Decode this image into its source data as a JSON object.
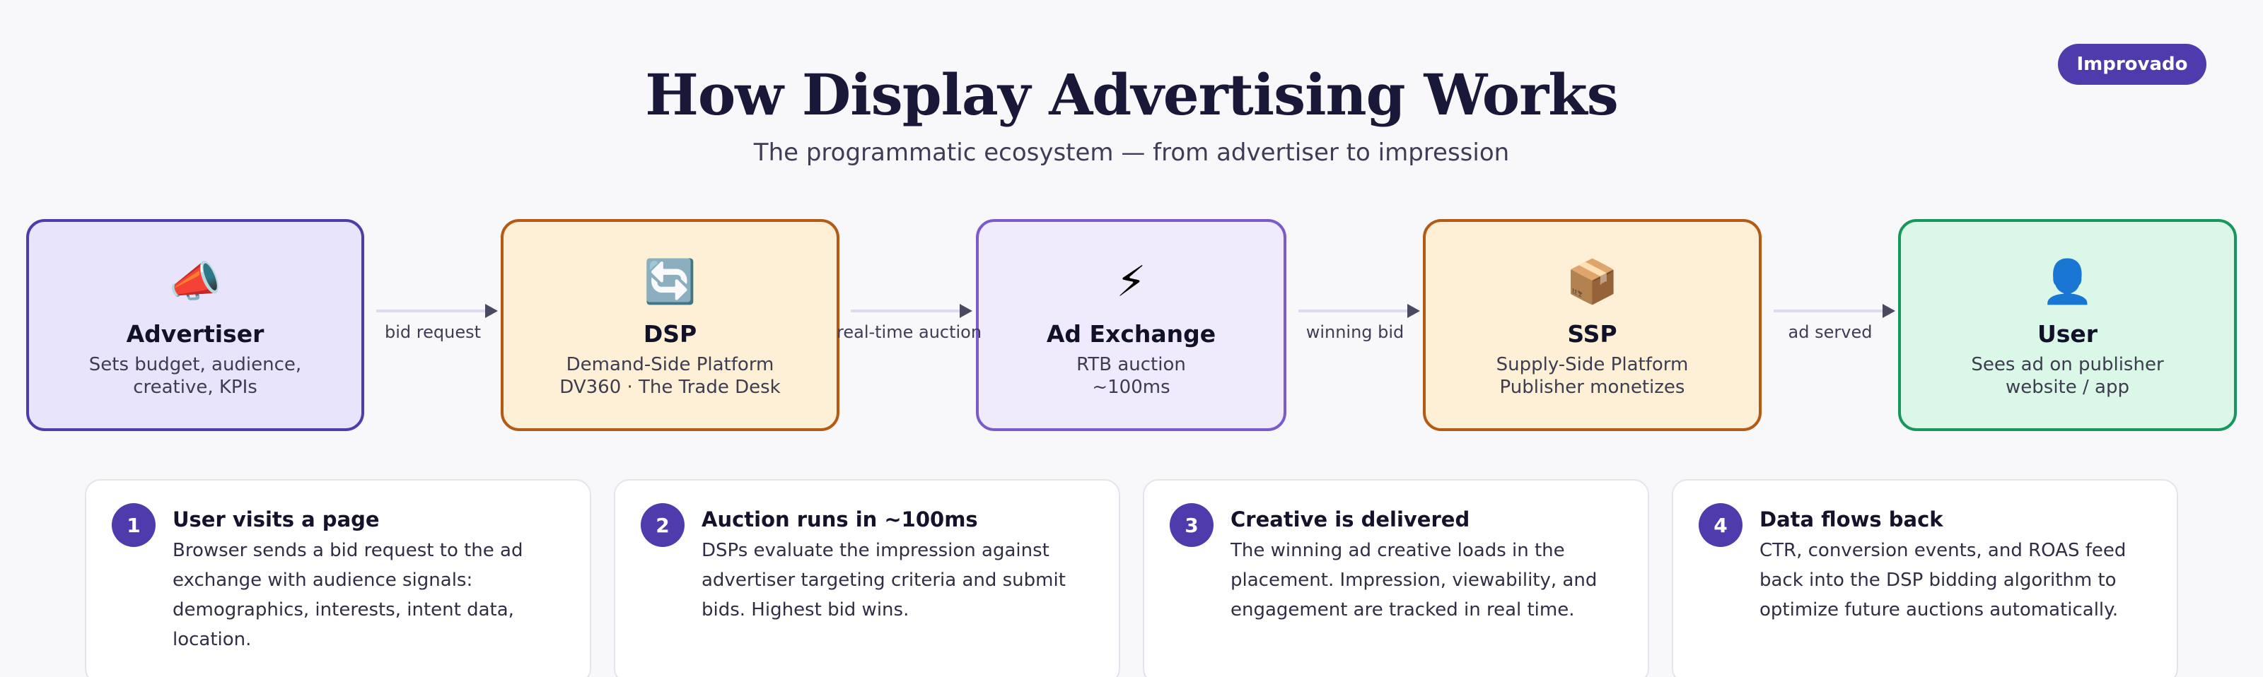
{
  "brand": {
    "label": "Improvado"
  },
  "header": {
    "title": "How Display Advertising Works",
    "subtitle": "The programmatic ecosystem — from advertiser to impression"
  },
  "flow": {
    "nodes": [
      {
        "icon": "megaphone-icon",
        "glyph": "📣",
        "title": "Advertiser",
        "lines": [
          "Sets budget, audience,",
          "creative, KPIs"
        ]
      },
      {
        "icon": "cycle-arrows-icon",
        "glyph": "🔄",
        "title": "DSP",
        "lines": [
          "Demand-Side Platform",
          "DV360 · The Trade Desk"
        ]
      },
      {
        "icon": "lightning-icon",
        "glyph": "⚡",
        "title": "Ad Exchange",
        "lines": [
          "RTB auction",
          "~100ms"
        ]
      },
      {
        "icon": "package-icon",
        "glyph": "📦",
        "title": "SSP",
        "lines": [
          "Supply-Side Platform",
          "Publisher monetizes"
        ]
      },
      {
        "icon": "user-icon",
        "glyph": "👤",
        "title": "User",
        "lines": [
          "Sees ad on publisher",
          "website / app"
        ]
      }
    ],
    "edges": [
      "bid request",
      "real-time auction",
      "winning bid",
      "ad served"
    ]
  },
  "steps": [
    {
      "number": "1",
      "title": "User visits a page",
      "body": [
        "Browser sends a bid request to the ad",
        "exchange with audience signals:",
        "demographics, interests, intent data,",
        "location."
      ]
    },
    {
      "number": "2",
      "title": "Auction runs in ~100ms",
      "body": [
        "DSPs evaluate the impression against",
        "advertiser targeting criteria and submit",
        "bids. Highest bid wins."
      ]
    },
    {
      "number": "3",
      "title": "Creative is delivered",
      "body": [
        "The winning ad creative loads in the",
        "placement. Impression, viewability, and",
        "engagement are tracked in real time."
      ]
    },
    {
      "number": "4",
      "title": "Data flows back",
      "body": [
        "CTR, conversion events, and ROAS feed",
        "back into the DSP bidding algorithm to",
        "optimize future auctions automatically."
      ]
    }
  ],
  "colors": {
    "brand": "#4f3bab",
    "advertiser_border": "#4f3bab",
    "dsp_border": "#b35a14",
    "exchange_border": "#7a5cc8",
    "ssp_border": "#b35a14",
    "user_border": "#17965e"
  }
}
